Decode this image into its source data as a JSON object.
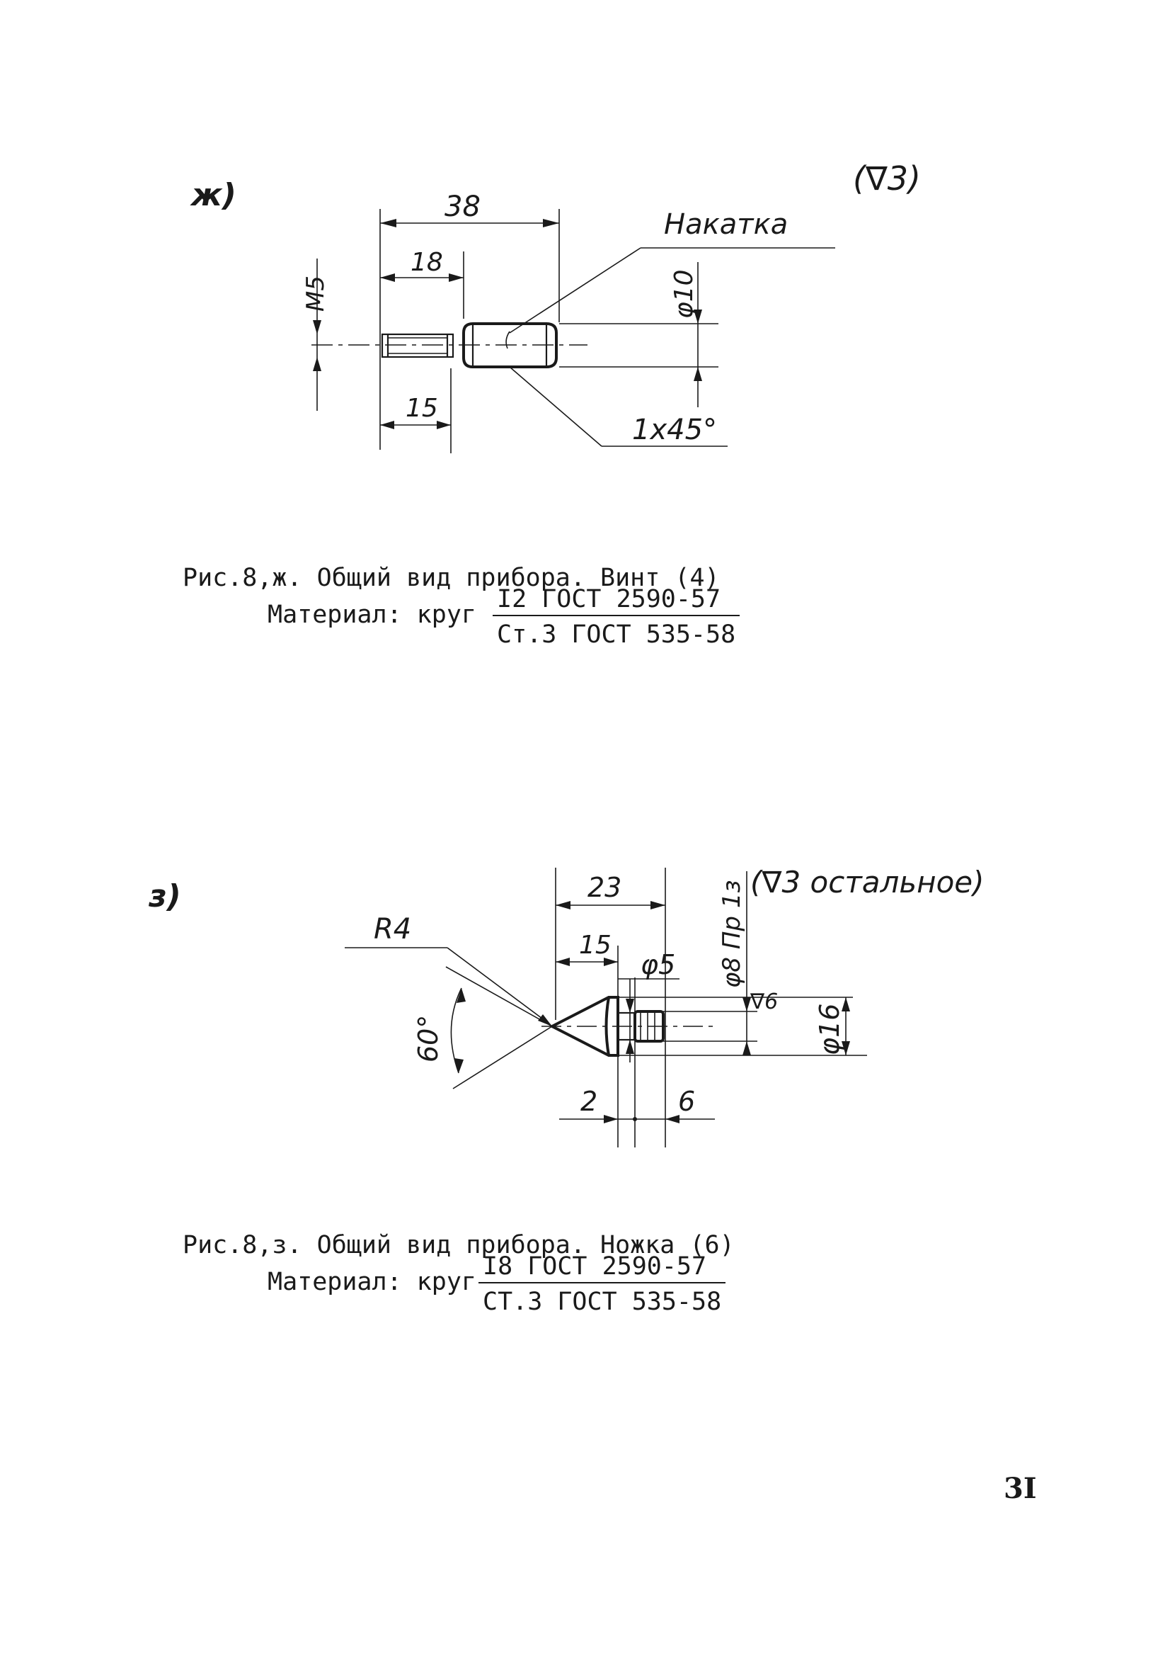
{
  "figure_zh": {
    "letter": "ж)",
    "surface_mark": "(∇3)",
    "dimensions": {
      "length_total": "38",
      "length_thread_top": "18",
      "length_thread_bottom": "15",
      "thread": "M5",
      "diameter": "φ10",
      "chamfer": "1x45°"
    },
    "note": "Накатка",
    "caption": "Рис.8,ж. Общий вид прибора. Винт (4)",
    "material_label": "Материал: круг",
    "material_numerator": "I2 ГОСТ 2590-57",
    "material_denominator": "Ст.3 ГОСТ 535-58"
  },
  "figure_z": {
    "letter": "з)",
    "surface_mark": "(∇3 остальное)",
    "dimensions": {
      "length_total": "23",
      "length_cone": "15",
      "radius": "R4",
      "angle": "60°",
      "diameter_small": "φ5",
      "diameter_fit": "φ8 Пр 1з",
      "diameter_large": "φ16",
      "roughness": "∇6",
      "length_2": "2",
      "length_6": "6"
    },
    "caption": "Рис.8,з. Общий вид прибора. Ножка (6)",
    "material_label": "Материал: круг",
    "material_numerator": "I8 ГОСТ 2590-57",
    "material_denominator": "СТ.3 ГОСТ 535-58"
  },
  "page_number": "3I"
}
